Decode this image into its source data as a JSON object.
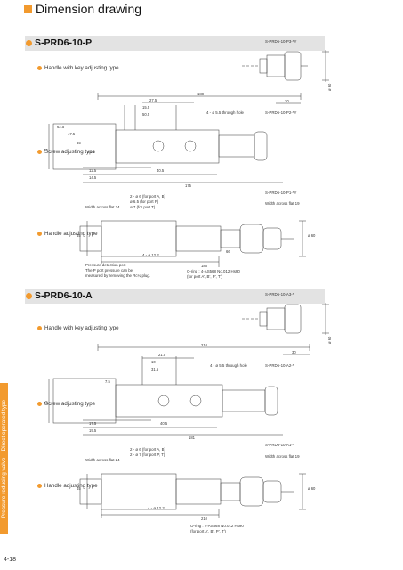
{
  "page": {
    "title": "Dimension drawing",
    "side_tab": "Pressure reducing valve – Direct operated type",
    "page_number": "4-18"
  },
  "colors": {
    "accent": "#f29a2e",
    "band": "#e3e3e3",
    "line": "#333333"
  },
  "section_p": {
    "title": "S-PRD6-10-P",
    "handle_key": {
      "label": "Handle with key adjusting type",
      "part": "S-PRD6-10-P3-*Y",
      "dims": {
        "ø": "ø 60"
      }
    },
    "screw": {
      "label": "Screw adjusting type",
      "part": "S-PRD6-10-P2-*Y",
      "holes": "4 - ø 5.5 through hole",
      "dims": {
        "overall": "188",
        "h1": "27.5",
        "h2": "15.5",
        "h3": "50.5",
        "v1": "62.5",
        "v2": "47.5",
        "v3": "35",
        "v4": "25.4",
        "b1": "12.5",
        "b2": "14.5",
        "b3": "40.5",
        "b4": "175",
        "end": "30",
        "left": "44"
      }
    },
    "handle": {
      "label": "Handle adjusting type",
      "part": "S-PRD6-10-P1-*Y",
      "ports": [
        "2 - ø 6 (for port A, B)",
        "ø 6.5 (for port P)",
        "ø 7 (for port T)"
      ],
      "across_flat_left": "Width across flat 24",
      "across_flat_right": "Width across flat 19",
      "pressure_note": [
        "Pressure detection port",
        "The P port pressure can be",
        "measured by removing the Rc¼ plug."
      ],
      "holes": "4 - ø 12.2",
      "oring": [
        "O-ring : 4-AS568 No.012 Hs90",
        "(for port A', B', P', T')"
      ],
      "dims": {
        "len": "188",
        "ø": "ø 60",
        "h": "45",
        "d1": "66"
      }
    }
  },
  "section_a": {
    "title": "S-PRD6-10-A",
    "handle_key": {
      "label": "Handle with key adjusting type",
      "part": "S-PRD6-10-A3-*",
      "dims": {
        "ø": "ø 60"
      }
    },
    "screw": {
      "label": "Screw adjusting type",
      "part": "S-PRD6-10-A2-*",
      "holes": "4 - ø 5.5 through hole",
      "dims": {
        "overall": "210",
        "h1": "21.5",
        "h2": "10",
        "h3": "31.5",
        "h4": "7.5",
        "b1": "17.5",
        "b2": "19.5",
        "b3": "40.5",
        "b4": "181",
        "end": "30",
        "left": "44"
      }
    },
    "handle": {
      "label": "Handle adjusting type",
      "part": "S-PRD6-10-A1-*",
      "ports": [
        "2 - ø 6 (for port A, B)",
        "2 - ø 7 (for port P, T)"
      ],
      "across_flat_left": "Width across flat 24",
      "across_flat_right": "Width across flat 19",
      "holes": "4 - ø 12.2",
      "oring": [
        "O-ring : 4-AS568 No.012 Hs90",
        "(for port A', B', P', T')"
      ],
      "dims": {
        "len": "210",
        "ø": "ø 60",
        "h": "45"
      }
    }
  }
}
